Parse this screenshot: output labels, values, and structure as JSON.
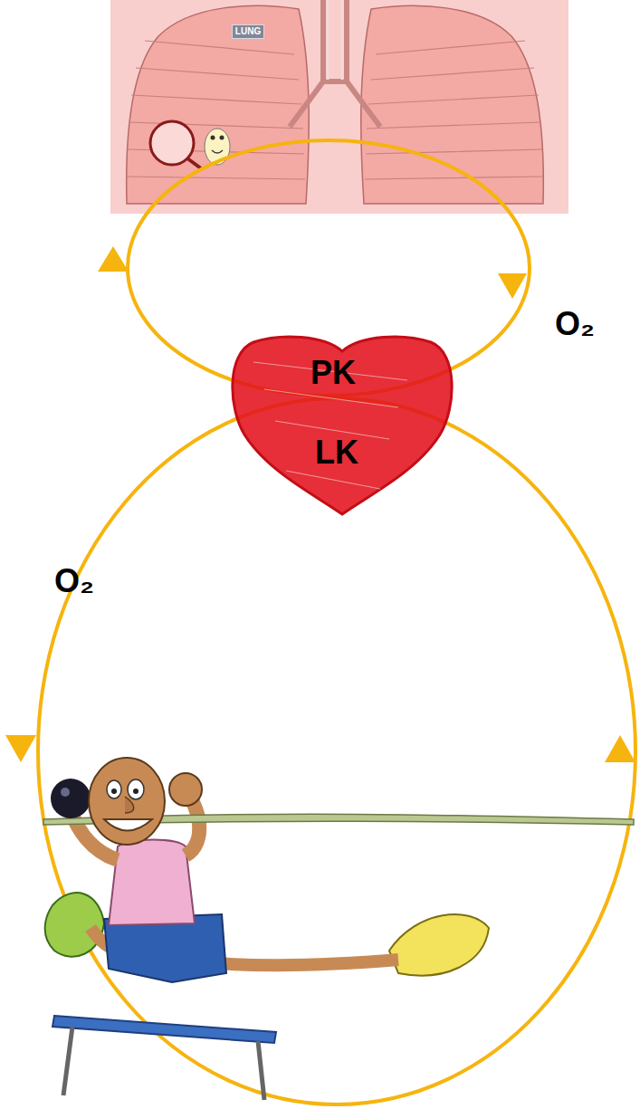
{
  "diagram": {
    "nodes": [
      {
        "text": [
          "PK",
          "LK"
        ]
      }
    ],
    "labels": [
      "LUNG",
      "O₂",
      "O₂"
    ]
  }
}
